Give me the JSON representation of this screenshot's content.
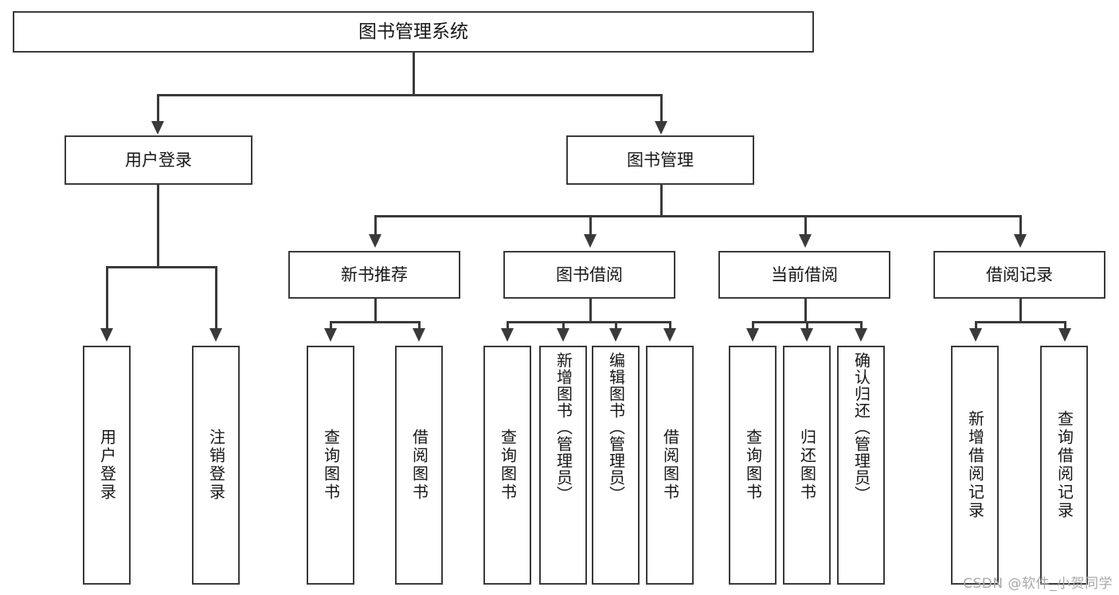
{
  "diagram": {
    "type": "tree-hierarchy",
    "title": "图书管理系统",
    "watermark": "CSDN @软件_小贺同学",
    "colors": {
      "box_border": "#3a3a3a",
      "box_fill": "#ffffff",
      "text": "#161616",
      "connector": "#3a3a3a",
      "watermark": "#a8a8a8"
    },
    "nodes": {
      "root": {
        "label": "图书管理系统"
      },
      "level2": [
        {
          "label": "用户登录"
        },
        {
          "label": "图书管理"
        }
      ],
      "level3": [
        {
          "label": "新书推荐"
        },
        {
          "label": "图书借阅"
        },
        {
          "label": "当前借阅"
        },
        {
          "label": "借阅记录"
        }
      ],
      "leaves": {
        "user_login": [
          {
            "label": "用户登录"
          },
          {
            "label": "注销登录"
          }
        ],
        "new_book_recommend": [
          {
            "label": "查询图书"
          },
          {
            "label": "借阅图书"
          }
        ],
        "book_borrow": [
          {
            "label": "查询图书"
          },
          {
            "label": "新增图书（管理员）"
          },
          {
            "label": "编辑图书（管理员）"
          },
          {
            "label": "借阅图书"
          }
        ],
        "current_borrow": [
          {
            "label": "查询图书"
          },
          {
            "label": "归还图书"
          },
          {
            "label": "确认归还（管理员）"
          }
        ],
        "borrow_record": [
          {
            "label": "新增借阅记录"
          },
          {
            "label": "查询借阅记录"
          }
        ]
      }
    }
  }
}
